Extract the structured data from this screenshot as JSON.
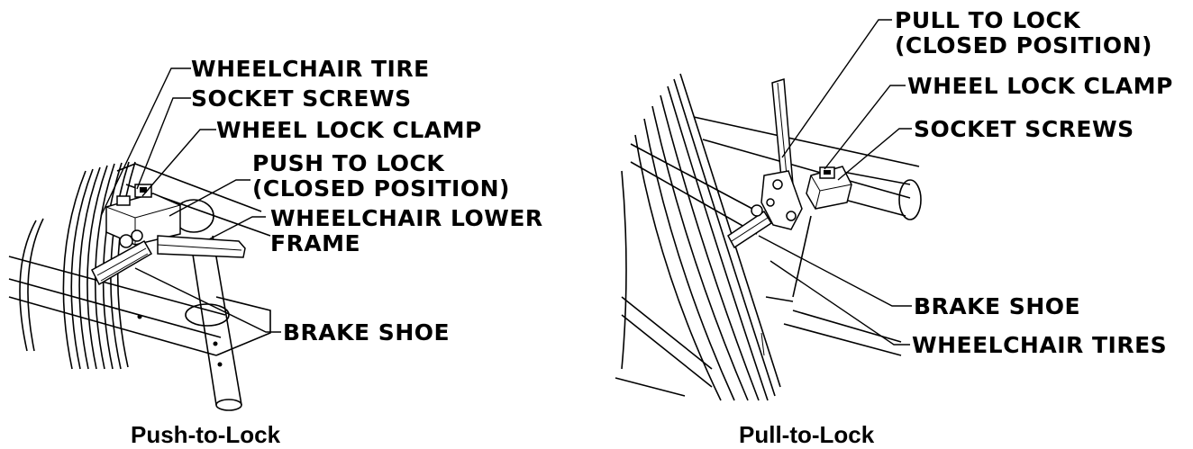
{
  "left_figure": {
    "caption": "Push-to-Lock",
    "labels": {
      "tire": "WHEELCHAIR TIRE",
      "screws": "SOCKET SCREWS",
      "clamp": "WHEEL LOCK CLAMP",
      "push_line1": "PUSH TO LOCK",
      "push_line2": "(CLOSED POSITION)",
      "frame_line1": "WHEELCHAIR LOWER",
      "frame_line2": "FRAME",
      "shoe": "BRAKE SHOE"
    }
  },
  "right_figure": {
    "caption": "Pull-to-Lock",
    "labels": {
      "pull_line1": "PULL TO LOCK",
      "pull_line2": "(CLOSED POSITION)",
      "clamp": "WHEEL LOCK CLAMP",
      "screws": "SOCKET SCREWS",
      "shoe": "BRAKE SHOE",
      "tires": "WHEELCHAIR TIRES"
    }
  },
  "colors": {
    "ink": "#000000",
    "paper": "#ffffff"
  }
}
